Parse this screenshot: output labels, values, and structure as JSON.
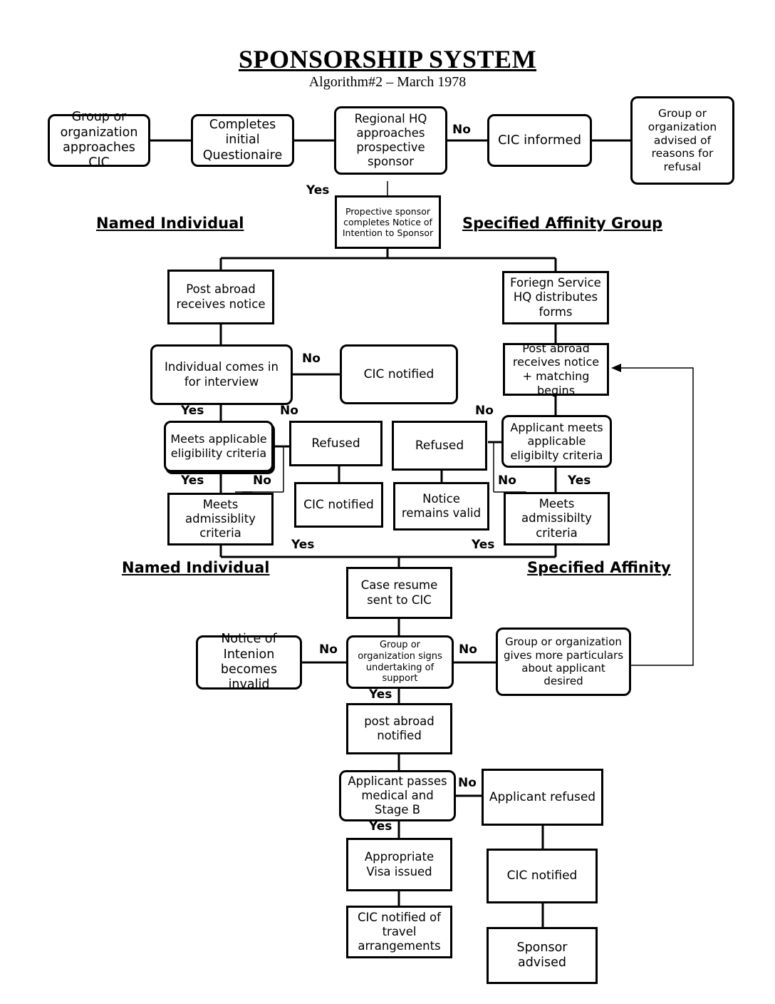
{
  "title": "SPONSORSHIP SYSTEM",
  "subtitle": "Algorithm#2 – March 1978",
  "headers": {
    "named_individual_top": "Named Individual",
    "specified_affinity_group": "Specified Affinity Group",
    "named_individual_bottom": "Named Individual",
    "specified_affinity": "Specified Affinity"
  },
  "nodes": {
    "group_approaches": "Group or organization approaches CIC",
    "completes_questionaire": "Completes initial Questionaire",
    "regional_hq": "Regional HQ approaches prospective sponsor",
    "cic_informed": "CIC informed",
    "group_advised_refusal": "Group or organization advised of reasons for refusal",
    "completes_notice": "Propective sponsor completes Notice of Intention to Sponsor",
    "post_abroad_receives_notice": "Post abroad receives notice",
    "foreign_service_hq": "Foriegn Service HQ distributes forms",
    "individual_interview": "Individual comes in for interview",
    "cic_notified_1": "CIC notified",
    "post_abroad_matching": "Post abroad receives notice + matching begins",
    "meets_eligibility": "Meets applicable eligibility criteria",
    "refused_left": "Refused",
    "refused_right": "Refused",
    "applicant_meets_eligibility": "Applicant meets applicable eligibilty criteria",
    "meets_admissibility_left": "Meets admissiblity criteria",
    "cic_notified_2": "CIC notified",
    "notice_remains_valid": "Notice remains valid",
    "meets_admissibility_right": "Meets admissibilty criteria",
    "case_resume": "Case resume sent to CIC",
    "notice_invalid": "Notice of Intenion becomes invalid",
    "signs_undertaking": "Group or organization signs undertaking of support",
    "more_particulars": "Group or organization gives more particulars about applicant desired",
    "post_abroad_notified": "post abroad notified",
    "passes_medical": "Applicant passes medical and Stage B",
    "applicant_refused": "Applicant refused",
    "visa_issued": "Appropriate Visa issued",
    "cic_notified_3": "CIC notified",
    "cic_travel": "CIC notified of travel arrangements",
    "sponsor_advised": "Sponsor advised"
  },
  "edge_labels": {
    "no_regional": "No",
    "yes_regional": "Yes",
    "no_interview": "No",
    "yes_interview": "Yes",
    "no_interview_2": "No",
    "no_matching": "No",
    "yes_eligibility": "Yes",
    "no_eligibility": "No",
    "no_applicant_eligibility": "No",
    "yes_applicant_eligibility": "Yes",
    "yes_admiss_left": "Yes",
    "yes_admiss_right": "Yes",
    "no_undertaking_left": "No",
    "no_undertaking_right": "No",
    "yes_undertaking": "Yes",
    "no_medical": "No",
    "yes_medical": "Yes"
  }
}
